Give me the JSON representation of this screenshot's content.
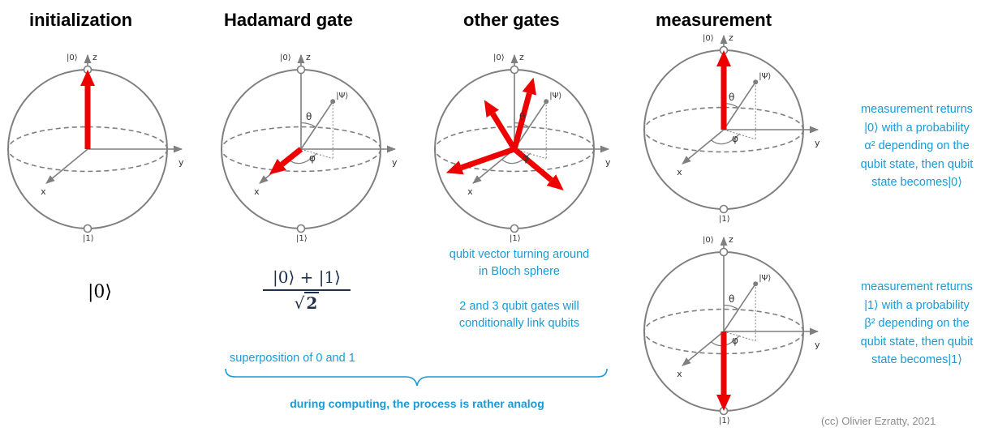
{
  "headings": {
    "initialization": "initialization",
    "hadamard": "Hadamard gate",
    "other": "other gates",
    "measurement": "measurement"
  },
  "sphere_labels": {
    "ket0": "|0⟩",
    "ket1": "|1⟩",
    "psi": "|Ψ⟩",
    "theta": "θ",
    "phi": "φ",
    "x": "x",
    "y": "y",
    "z": "z"
  },
  "states": {
    "init_state": "|0⟩",
    "hadamard_num": "|0⟩ + |1⟩",
    "hadamard_den": "2"
  },
  "captions": {
    "superposition": "superposition of 0 and 1",
    "other_gates_1": "qubit vector turning around",
    "other_gates_2": "in Bloch sphere",
    "other_gates_3": "2 and 3 qubit gates will",
    "other_gates_4": "conditionally link qubits",
    "meas0_1": "measurement returns",
    "meas0_2": "|0⟩ with a probability",
    "meas0_3": "α² depending on the",
    "meas0_4": "qubit state, then qubit",
    "meas0_5": "state becomes|0⟩",
    "meas1_1": "measurement returns",
    "meas1_2": "|1⟩ with a probability",
    "meas1_3": "β² depending on the",
    "meas1_4": "qubit state, then qubit",
    "meas1_5": "state becomes|1⟩",
    "analog": "during computing, the process is rather analog",
    "credit": "(cc) Olivier Ezratty, 2021"
  },
  "colors": {
    "arrow": "#ee0000",
    "sphere": "#7f7f7f",
    "caption": "#1a9ad6"
  }
}
